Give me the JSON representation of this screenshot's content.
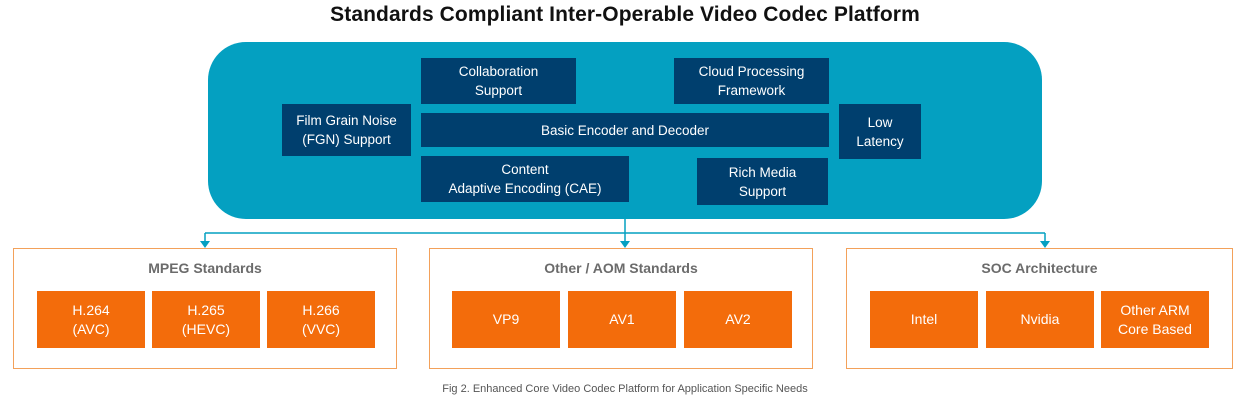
{
  "title": "Standards Compliant Inter-Operable Video Codec Platform",
  "colors": {
    "platform": "#04a0c1",
    "feature_box": "#003f6e",
    "standard_box": "#f36c0b",
    "group_border": "#f3a15a",
    "connector": "#04a0c1"
  },
  "platform": {
    "features": {
      "collaboration": "Collaboration\nSupport",
      "cloud": "Cloud Processing\nFramework",
      "film_grain": "Film Grain Noise\n(FGN) Support",
      "basic_codec": "Basic Encoder and Decoder",
      "low_latency": "Low\nLatency",
      "cae": "Content\nAdaptive Encoding (CAE)",
      "rich_media": "Rich Media\nSupport"
    }
  },
  "groups": [
    {
      "title": "MPEG Standards",
      "items": [
        "H.264\n(AVC)",
        "H.265\n(HEVC)",
        "H.266\n(VVC)"
      ]
    },
    {
      "title": "Other / AOM Standards",
      "items": [
        "VP9",
        "AV1",
        "AV2"
      ]
    },
    {
      "title": "SOC Architecture",
      "items": [
        "Intel",
        "Nvidia",
        "Other ARM\nCore Based"
      ]
    }
  ],
  "caption": "Fig 2. Enhanced Core Video Codec Platform for Application Specific Needs"
}
